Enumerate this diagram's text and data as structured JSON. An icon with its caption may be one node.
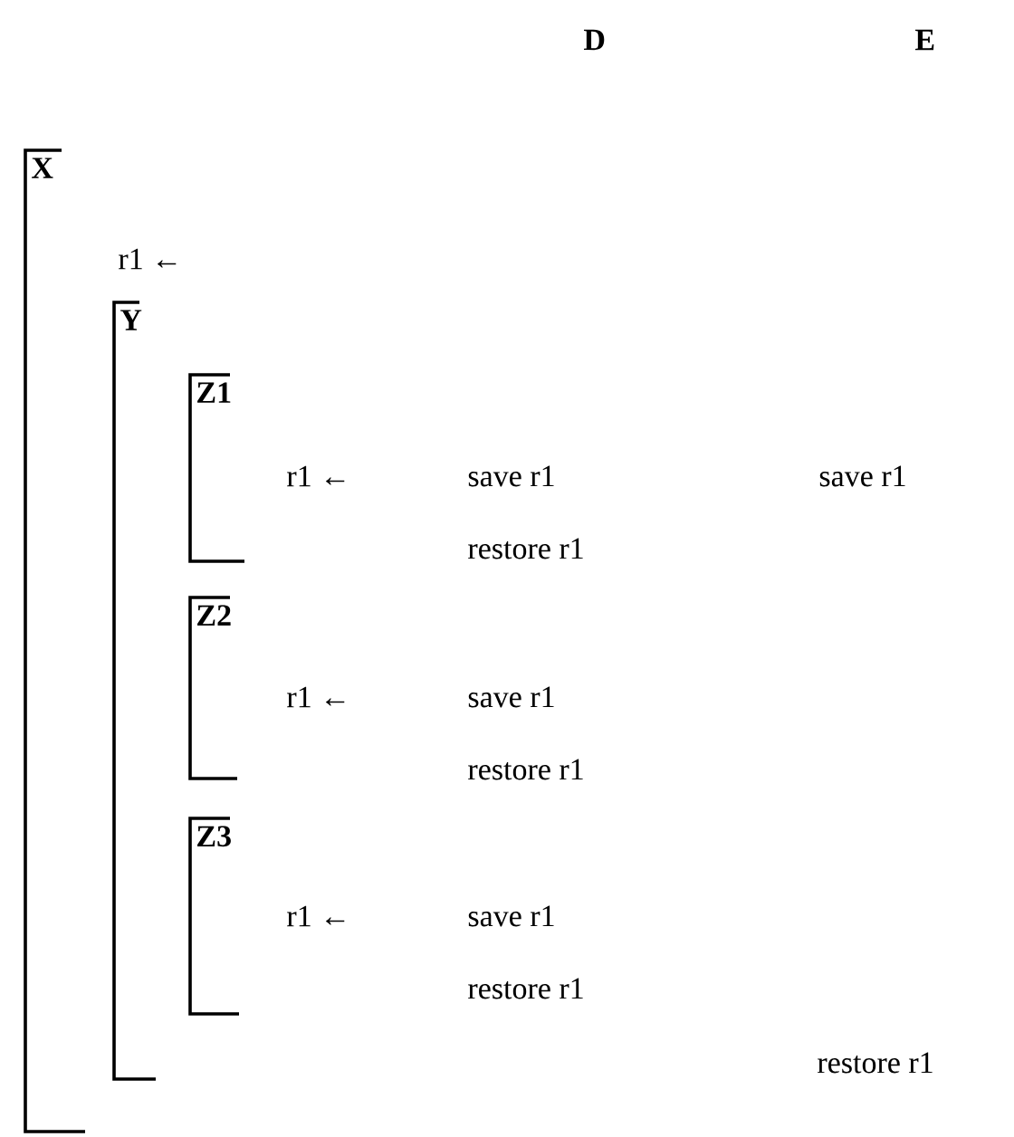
{
  "diagram": {
    "nodes": [
      {
        "text": [
          "X"
        ]
      },
      {
        "text": [
          "Y"
        ]
      },
      {
        "text": [
          "Z1"
        ]
      },
      {
        "text": [
          "Z2"
        ]
      },
      {
        "text": [
          "Z3"
        ]
      }
    ],
    "labels": [
      "D",
      "E",
      "r1 ←",
      "r1 ←",
      "save r1",
      "save r1",
      "restore r1",
      "r1 ←",
      "save r1",
      "restore r1",
      "r1 ←",
      "save r1",
      "restore r1",
      "restore r1"
    ]
  }
}
